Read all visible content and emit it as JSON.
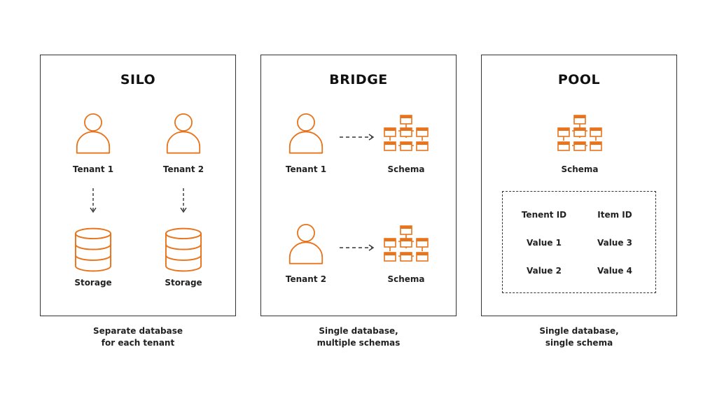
{
  "silo": {
    "title": "SILO",
    "tenant1": "Tenant 1",
    "tenant2": "Tenant 2",
    "storage1": "Storage",
    "storage2": "Storage",
    "caption_line1": "Separate database",
    "caption_line2": "for each tenant"
  },
  "bridge": {
    "title": "BRIDGE",
    "tenant1": "Tenant 1",
    "tenant2": "Tenant 2",
    "schema1": "Schema",
    "schema2": "Schema",
    "caption_line1": "Single database,",
    "caption_line2": "multiple schemas"
  },
  "pool": {
    "title": "POOL",
    "schema": "Schema",
    "table": {
      "headers": [
        "Tenent ID",
        "Item ID"
      ],
      "rows": [
        [
          "Value 1",
          "Value 3"
        ],
        [
          "Value 2",
          "Value 4"
        ]
      ]
    },
    "caption_line1": "Single database,",
    "caption_line2": "single schema"
  },
  "colors": {
    "accent": "#e8731a",
    "border": "#333333",
    "text": "#222222"
  },
  "icons": [
    "user-icon",
    "database-icon",
    "schema-icon",
    "arrow-down-icon",
    "arrow-right-icon"
  ]
}
